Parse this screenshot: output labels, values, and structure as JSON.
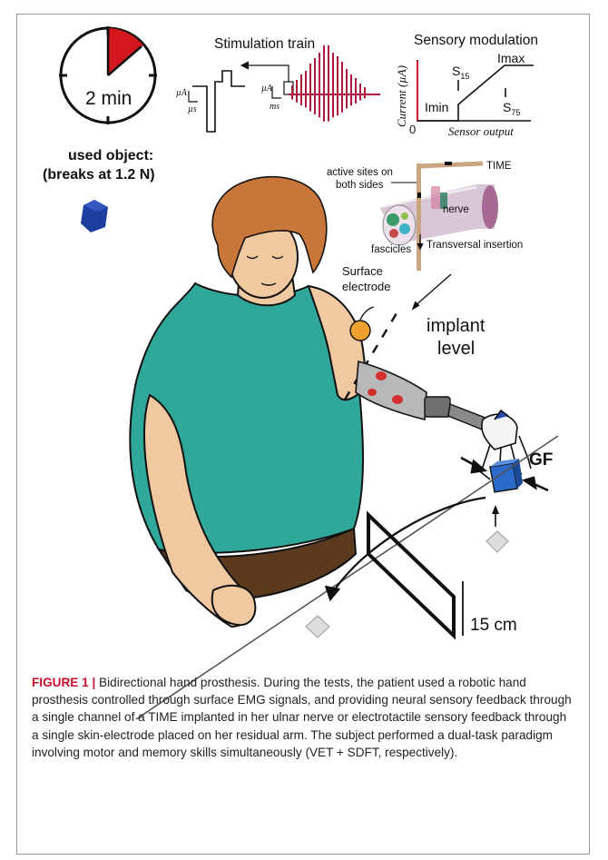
{
  "figure": {
    "clock_text": "2 min",
    "stimulation_title": "Stimulation train",
    "stim_y_unit": "µA",
    "stim_x_unit": "µs",
    "stim_y_unit2": "µA",
    "stim_x_unit2": "ms",
    "sensory_title": "Sensory modulation",
    "y_axis_label": "Current (µA)",
    "x_axis_label": "Sensor output",
    "origin_label": "0",
    "imax_label": "Imax",
    "imin_label": "Imin",
    "s15_main": "S",
    "s15_sub": "15",
    "s75_main": "S",
    "s75_sub": "75",
    "object_label_1": "used object:",
    "object_label_2": "(breaks at 1.2 N)",
    "time_label": "TIME",
    "active_sites_1": "active sites on",
    "active_sites_2": "both sides",
    "nerve_label": "nerve",
    "fascicles_label": "fascicles",
    "transversal_label": "Transversal insertion",
    "surface_electrode_1": "Surface",
    "surface_electrode_2": "electrode",
    "implant_1": "implant",
    "implant_2": "level",
    "gf_label": "GF",
    "distance_label": "15 cm"
  },
  "caption": {
    "label": "FIGURE 1 |",
    "text": " Bidirectional hand prosthesis. During the tests, the patient used a robotic hand prosthesis controlled through surface EMG signals, and providing neural sensory feedback through a single channel of a TIME implanted in her ulnar nerve or electrotactile sensory feedback through a single skin-electrode placed on her residual arm. The subject performed a dual-task paradigm involving motor and memory skills simultaneously (VET + SDFT, respectively)."
  },
  "colors": {
    "stim_red": "#b0173a",
    "accent_red": "#c8102e",
    "tank_top": "#2fa89a",
    "hair": "#c8763a",
    "skin": "#f1c9a0",
    "pants": "#5c3a1e",
    "object_blue": "#1e3fa0",
    "electrode_orange": "#f0a030"
  }
}
